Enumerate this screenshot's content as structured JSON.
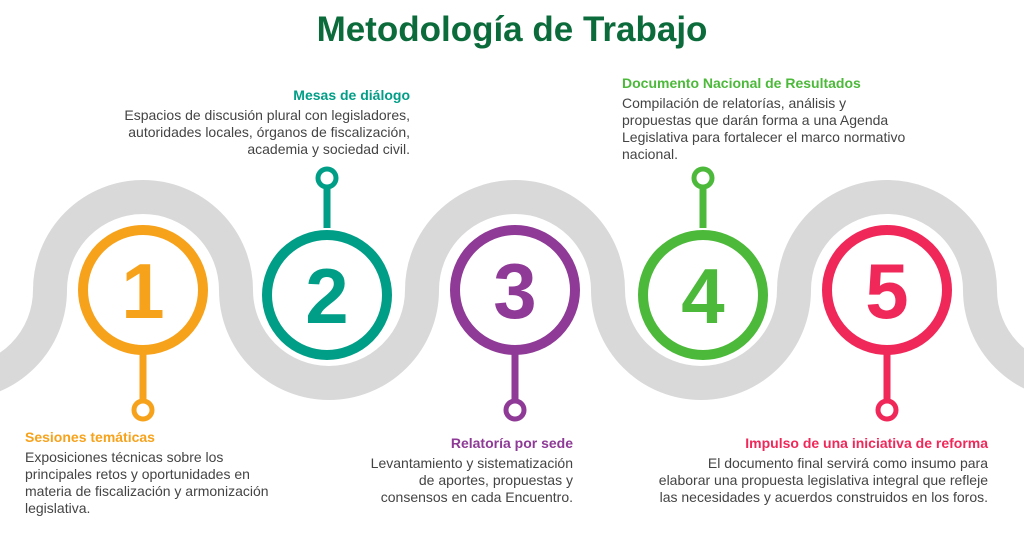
{
  "title": "Metodología de Trabajo",
  "colors": {
    "title": "#0b6b3a",
    "road": "#d9d9d9",
    "step1": "#f7a21b",
    "step2": "#009e87",
    "step3": "#8e3a96",
    "step4": "#4cb93a",
    "step5": "#f0285a"
  },
  "steps": [
    {
      "number": "1",
      "title": "Sesiones temáticas",
      "lines": [
        "Exposiciones técnicas sobre los",
        "principales retos y oportunidades en",
        "materia de fiscalización y armonización",
        "legislativa."
      ]
    },
    {
      "number": "2",
      "title": "Mesas de diálogo",
      "lines": [
        "Espacios de discusión plural con legisladores,",
        "autoridades locales, órganos de fiscalización,",
        "academia y sociedad civil."
      ]
    },
    {
      "number": "3",
      "title": "Relatoría por sede",
      "lines": [
        "Levantamiento y sistematización",
        "de aportes, propuestas y",
        "consensos en cada Encuentro."
      ]
    },
    {
      "number": "4",
      "title": "Documento Nacional de Resultados",
      "lines": [
        "Compilación de relatorías, análisis y",
        "propuestas que darán forma a una Agenda",
        "Legislativa para fortalecer el marco normativo",
        "nacional."
      ]
    },
    {
      "number": "5",
      "title": "Impulso de una iniciativa de reforma",
      "lines": [
        "El documento final servirá como insumo para",
        "elaborar una propuesta legislativa integral que refleje",
        "las necesidades y acuerdos construidos en los foros."
      ]
    }
  ]
}
